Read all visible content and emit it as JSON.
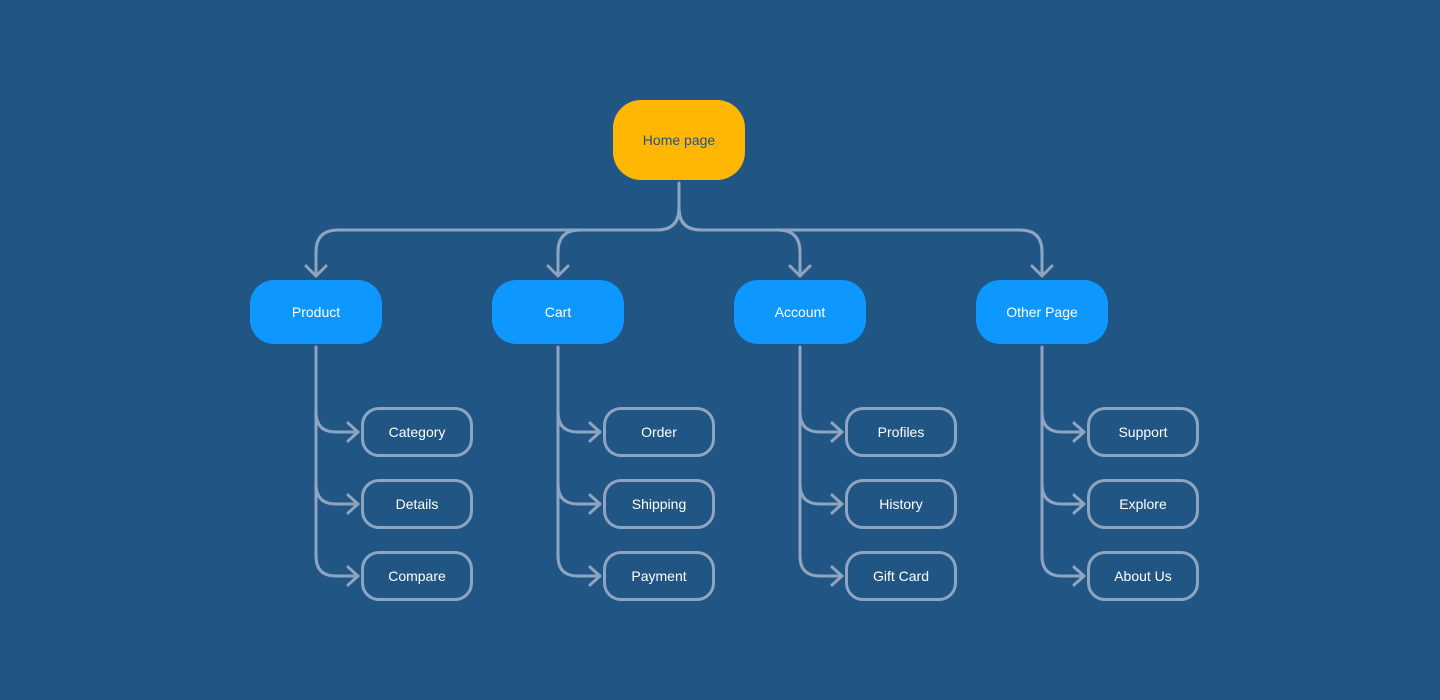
{
  "diagram": {
    "type": "sitemap",
    "root": {
      "label": "Home page"
    },
    "sections": [
      {
        "label": "Product",
        "children": [
          "Category",
          "Details",
          "Compare"
        ]
      },
      {
        "label": "Cart",
        "children": [
          "Order",
          "Shipping",
          "Payment"
        ]
      },
      {
        "label": "Account",
        "children": [
          "Profiles",
          "History",
          "Gift Card"
        ]
      },
      {
        "label": "Other Page",
        "children": [
          "Support",
          "Explore",
          "About Us"
        ]
      }
    ]
  },
  "colors": {
    "background": "#215583",
    "root_fill": "#FFB703",
    "root_text": "#225482",
    "section_fill": "#0E98FF",
    "connector": "#8DA5C1",
    "text": "#FFFFFF"
  }
}
